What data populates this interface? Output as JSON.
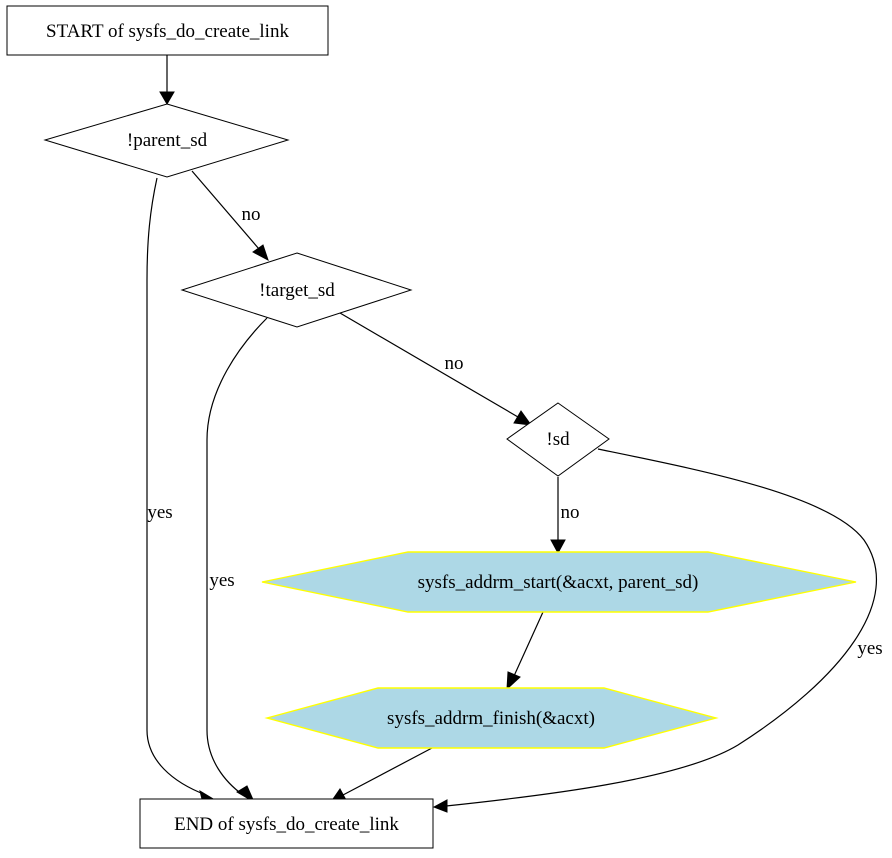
{
  "nodes": {
    "start": "START of sysfs_do_create_link",
    "parent_check": "!parent_sd",
    "target_check": "!target_sd",
    "sd_check": "!sd",
    "addrm_start": "sysfs_addrm_start(&acxt, parent_sd)",
    "addrm_finish": "sysfs_addrm_finish(&acxt)",
    "end": "END of sysfs_do_create_link"
  },
  "edges": {
    "parent_yes": "yes",
    "parent_no": "no",
    "target_yes": "yes",
    "target_no": "no",
    "sd_no": "no",
    "sd_yes": "yes"
  },
  "colors": {
    "process_fill": "#add8e6",
    "process_stroke": "#ffff00"
  }
}
